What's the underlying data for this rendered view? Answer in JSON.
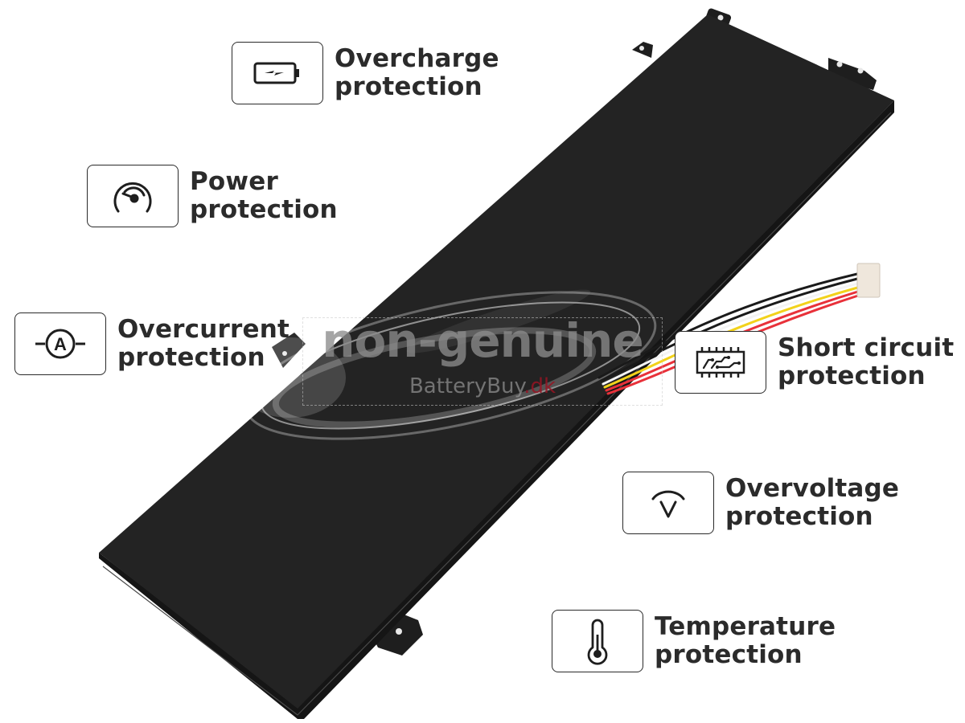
{
  "product": {
    "type": "laptop-battery",
    "body_color": "#222222",
    "cable_colors": [
      "#1a1a1a",
      "#f2d21b",
      "#e8313a",
      "#f5f5f5"
    ]
  },
  "watermark": {
    "main": "non-genuine",
    "brand": "BatteryBuy",
    "tld": ".dk",
    "tld_color": "#96142a"
  },
  "features": [
    {
      "id": "overcharge",
      "icon": "battery-charge-icon",
      "line1": "Overcharge",
      "line2": "protection"
    },
    {
      "id": "power",
      "icon": "gauge-icon",
      "line1": "Power",
      "line2": "protection"
    },
    {
      "id": "overcurrent",
      "icon": "ammeter-icon",
      "line1": "Overcurrent",
      "line2": "protection"
    },
    {
      "id": "short-circuit",
      "icon": "circuit-chip-icon",
      "line1": "Short circuit",
      "line2": "protection"
    },
    {
      "id": "overvoltage",
      "icon": "voltage-icon",
      "line1": "Overvoltage",
      "line2": "protection"
    },
    {
      "id": "temperature",
      "icon": "thermometer-icon",
      "line1": "Temperature",
      "line2": "protection"
    }
  ]
}
